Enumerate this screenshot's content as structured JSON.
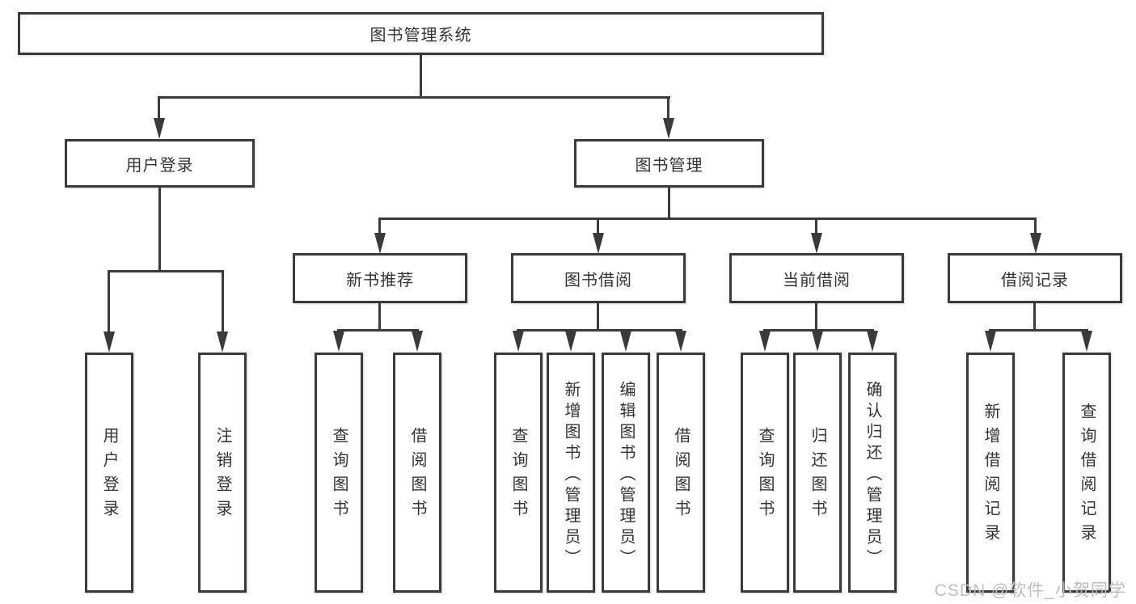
{
  "diagram": {
    "root": "图书管理系统",
    "branches": [
      {
        "label": "用户登录",
        "children": [
          "用户登录",
          "注销登录"
        ]
      },
      {
        "label": "图书管理",
        "groups": [
          {
            "label": "新书推荐",
            "children": [
              "查询图书",
              "借阅图书"
            ]
          },
          {
            "label": "图书借阅",
            "children": [
              "查询图书",
              "新增图书（管理员）",
              "编辑图书（管理员）",
              "借阅图书"
            ]
          },
          {
            "label": "当前借阅",
            "children": [
              "查询图书",
              "归还图书",
              "确认归还（管理员）"
            ]
          },
          {
            "label": "借阅记录",
            "children": [
              "新增借阅记录",
              "查询借阅记录"
            ]
          }
        ]
      }
    ],
    "line_color": "#3a3a3a",
    "text_color": "#333333"
  },
  "watermark": {
    "text": "CSDN @软件_小贺同学",
    "color": "#bdbdbd"
  }
}
